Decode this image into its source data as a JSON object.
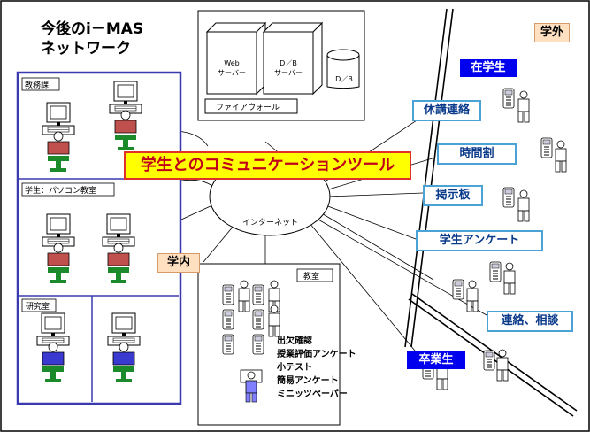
{
  "title": {
    "line1": "今後のi－MAS",
    "line2": "ネットワーク"
  },
  "zones": {
    "outside": "学外",
    "inside": "学内"
  },
  "groups": {
    "academic_affairs": "教務課",
    "pc_room": "学生：パソコン教室",
    "lab": "研究室",
    "classroom": "教室"
  },
  "servers": {
    "web_line1": "Web",
    "web_line2": "サーバー",
    "db_line1": "D／B",
    "db_line2": "サーバー",
    "db_storage": "D／B",
    "firewall": "ファイアウォール"
  },
  "internet": "インターネット",
  "main_label": "学生とのコミュニケーションツール",
  "users": {
    "current_students": "在学生",
    "graduates": "卒業生"
  },
  "services": [
    "休講連絡",
    "時間割",
    "掲示板",
    "学生アンケート",
    "連絡、相談"
  ],
  "classroom_functions": [
    "出欠確認",
    "授業評価アンケート",
    "小テスト",
    "簡易アンケート",
    "ミニッツペーパー"
  ],
  "colors": {
    "main_label_bg": "#ffff00",
    "main_label_border": "#e0302a",
    "main_label_text": "#c0001a",
    "user_tag_bg": "#0000ee",
    "zone_tag_bg": "#ffe0c0",
    "service_border": "#4aa3d4",
    "left_panel_border": "#3a3ab0",
    "operator_red": "#c0504d",
    "operator_blue": "#3a3ad0",
    "stand_green": "#1a8a2a"
  }
}
